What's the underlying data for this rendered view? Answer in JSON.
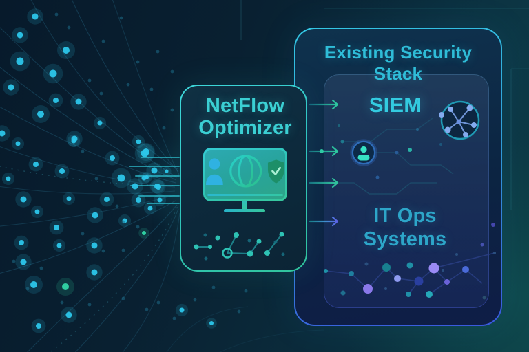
{
  "diagram": {
    "netflow_box": {
      "title": "NetFlow\nOptimizer"
    },
    "security_stack": {
      "title": "Existing Security Stack",
      "components": [
        {
          "label": "SIEM"
        },
        {
          "label": "IT Ops\nSystems"
        }
      ],
      "arrow_count": 4
    },
    "icons": {
      "monitor": "monitor-icon",
      "user": "user-icon",
      "globe": "globe-icon",
      "shield": "shield-check-icon",
      "analyst": "user-badge-icon",
      "network": "network-nodes-icon"
    },
    "colors": {
      "background_navy": "#081b2c",
      "background_teal": "#0d4046",
      "stack_title_text": "#2fbdd8",
      "netflow_title_text": "#3bcfd3",
      "siem_text": "#33cbe0",
      "itops_text": "#2da6c9",
      "netflow_border_start": "#3fd9dc",
      "netflow_border_end": "#31c49c",
      "stack_border_start": "#34c8e4",
      "stack_border_end": "#3b57de",
      "arrow_teal": "#2fcfa2",
      "arrow_purple": "#5a5ae8",
      "particle_cyan": "#2cc6ea",
      "particle_green": "#32d6a6",
      "node_purple": "#8f7cf0",
      "node_teal": "#25a8b8",
      "shield_green": "#1d8f68"
    }
  }
}
